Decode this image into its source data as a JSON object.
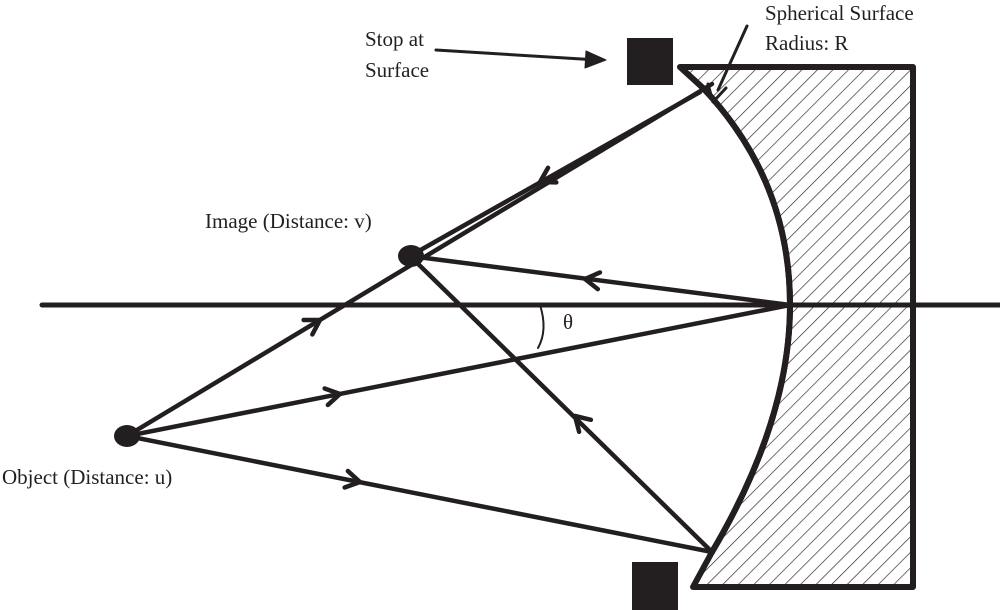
{
  "labels": {
    "stop": [
      "Stop at",
      "Surface"
    ],
    "spherical": [
      "Spherical Surface",
      "Radius: R"
    ],
    "image": "Image (Distance: v)",
    "object": "Object (Distance: u)",
    "angle": "θ"
  },
  "colors": {
    "ink": "#231f20",
    "background": "#ffffff"
  }
}
